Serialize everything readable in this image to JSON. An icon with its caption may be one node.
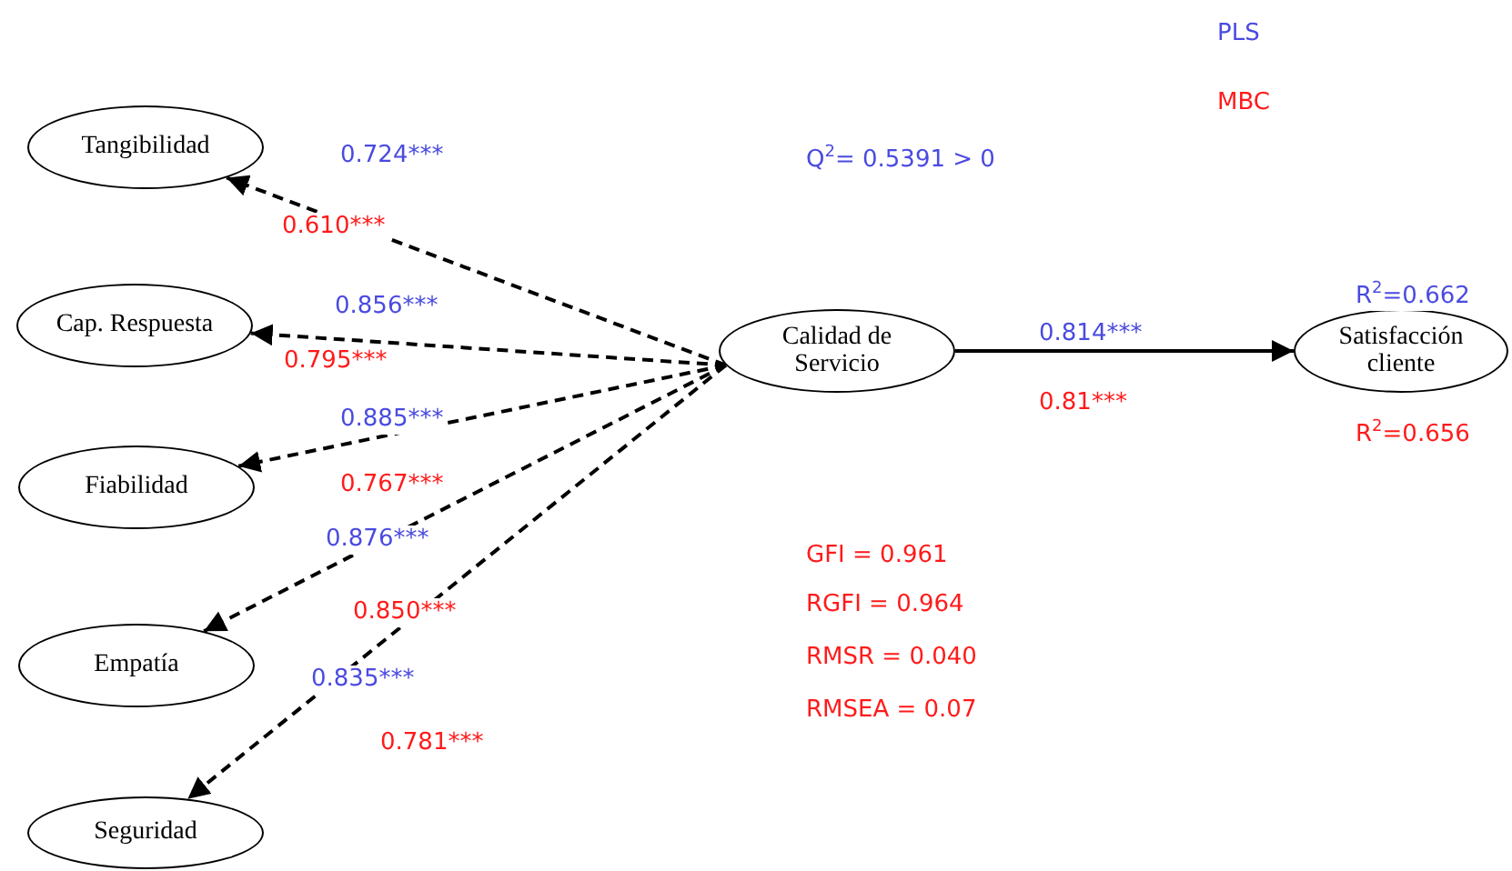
{
  "diagram": {
    "nodes": [
      {
        "text": [
          "Tangibilidad"
        ]
      },
      {
        "text": [
          "Cap. Respuesta"
        ]
      },
      {
        "text": [
          "Fiabilidad"
        ]
      },
      {
        "text": [
          "Empatía"
        ]
      },
      {
        "text": [
          "Seguridad"
        ]
      },
      {
        "text": [
          "Calidad de Servicio"
        ]
      },
      {
        "text": [
          "Satisfacción cliente"
        ]
      }
    ],
    "edges": [
      {
        "from": 5,
        "to": 0,
        "arrow": "to",
        "style": "dashed"
      },
      {
        "from": 5,
        "to": 1,
        "arrow": "to",
        "style": "dashed"
      },
      {
        "from": 5,
        "to": 2,
        "arrow": "to",
        "style": "dashed"
      },
      {
        "from": 5,
        "to": 3,
        "arrow": "to",
        "style": "dashed"
      },
      {
        "from": 5,
        "to": 4,
        "arrow": "to",
        "style": "dashed"
      },
      {
        "from": 5,
        "to": 6,
        "arrow": "to"
      }
    ],
    "labels": [
      "Q$^{2}$= 0.5391 > 0",
      "0.724***",
      "0.610***",
      "0.856***",
      "0.795***",
      "0.885***",
      "0.767***",
      "0.876***",
      "0.850***",
      "0.835***",
      "0.781***",
      "R$^{2}$=0.662",
      "0.814***",
      "0.81***",
      "R$^{2}$=0.656",
      "GFI = 0.961",
      "RGFI = 0.964",
      "RMSR = 0.040",
      "RMSEA = 0.07"
    ],
    "legend": [
      {
        "text": "PLS",
        "color": "#4a4ae0"
      },
      {
        "text": "MBC",
        "color": "#ff1a1a"
      }
    ]
  }
}
